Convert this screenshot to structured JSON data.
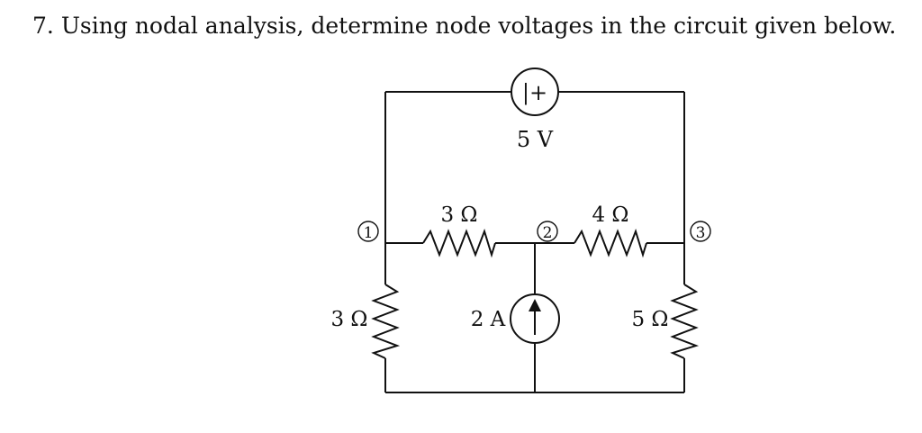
{
  "question": {
    "number": "7.",
    "text": "Using nodal analysis, determine node voltages in the circuit given below."
  },
  "circuit": {
    "voltage_source": {
      "symbol": "|+",
      "label": "5 V"
    },
    "resistors": {
      "r_1_2": "3 Ω",
      "r_2_3": "4 Ω",
      "r_1_gnd": "3 Ω",
      "r_3_gnd": "5 Ω"
    },
    "current_source": {
      "label": "2 A",
      "direction": "up"
    },
    "nodes": [
      "1",
      "2",
      "3"
    ]
  }
}
